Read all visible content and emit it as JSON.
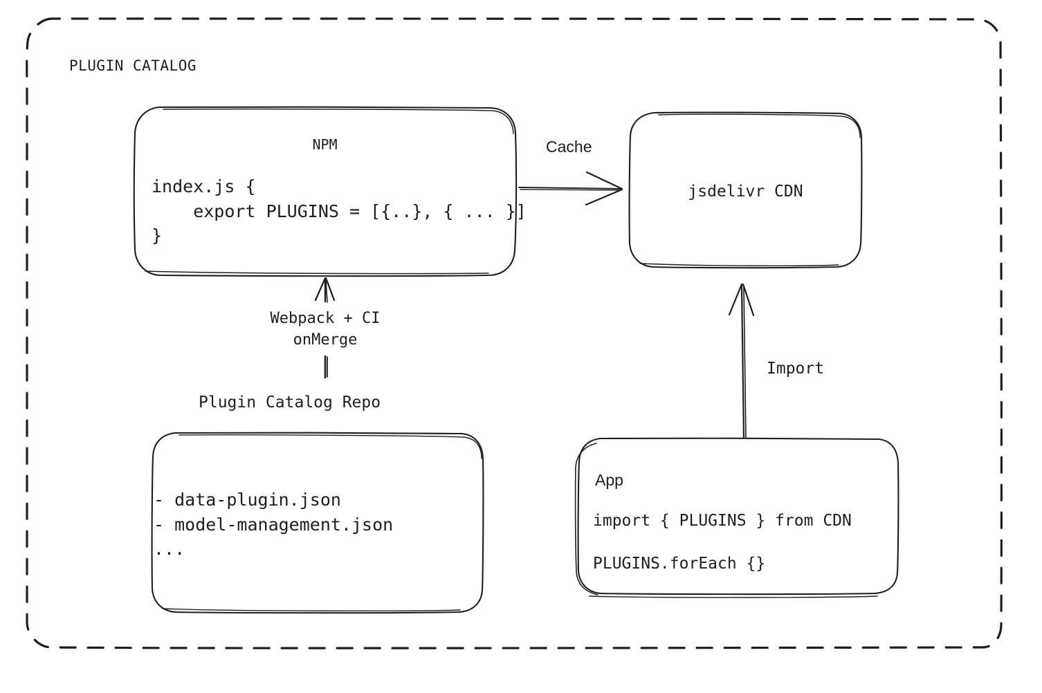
{
  "diagram": {
    "frame_label": "PLUGIN CATALOG",
    "background": "#ffffff",
    "stroke": "#1e1e1e"
  },
  "nodes": {
    "npm": {
      "title": "NPM",
      "code": "index.js {\n    export PLUGINS = [{..}, { ... }]\n}"
    },
    "cdn": {
      "title": "jsdelivr CDN"
    },
    "repo": {
      "title": "Plugin Catalog Repo",
      "code": "- data-plugin.json\n- model-management.json\n..."
    },
    "app": {
      "title": "App",
      "code_line_1": "import { PLUGINS } from CDN",
      "code_line_2": "PLUGINS.forEach {}"
    }
  },
  "edges": {
    "cache": {
      "label": "Cache",
      "from": "npm",
      "to": "cdn"
    },
    "webpack": {
      "label": "Webpack + CI\nonMerge",
      "from": "repo",
      "to": "npm"
    },
    "import": {
      "label": "Import",
      "from": "app",
      "to": "cdn"
    }
  }
}
